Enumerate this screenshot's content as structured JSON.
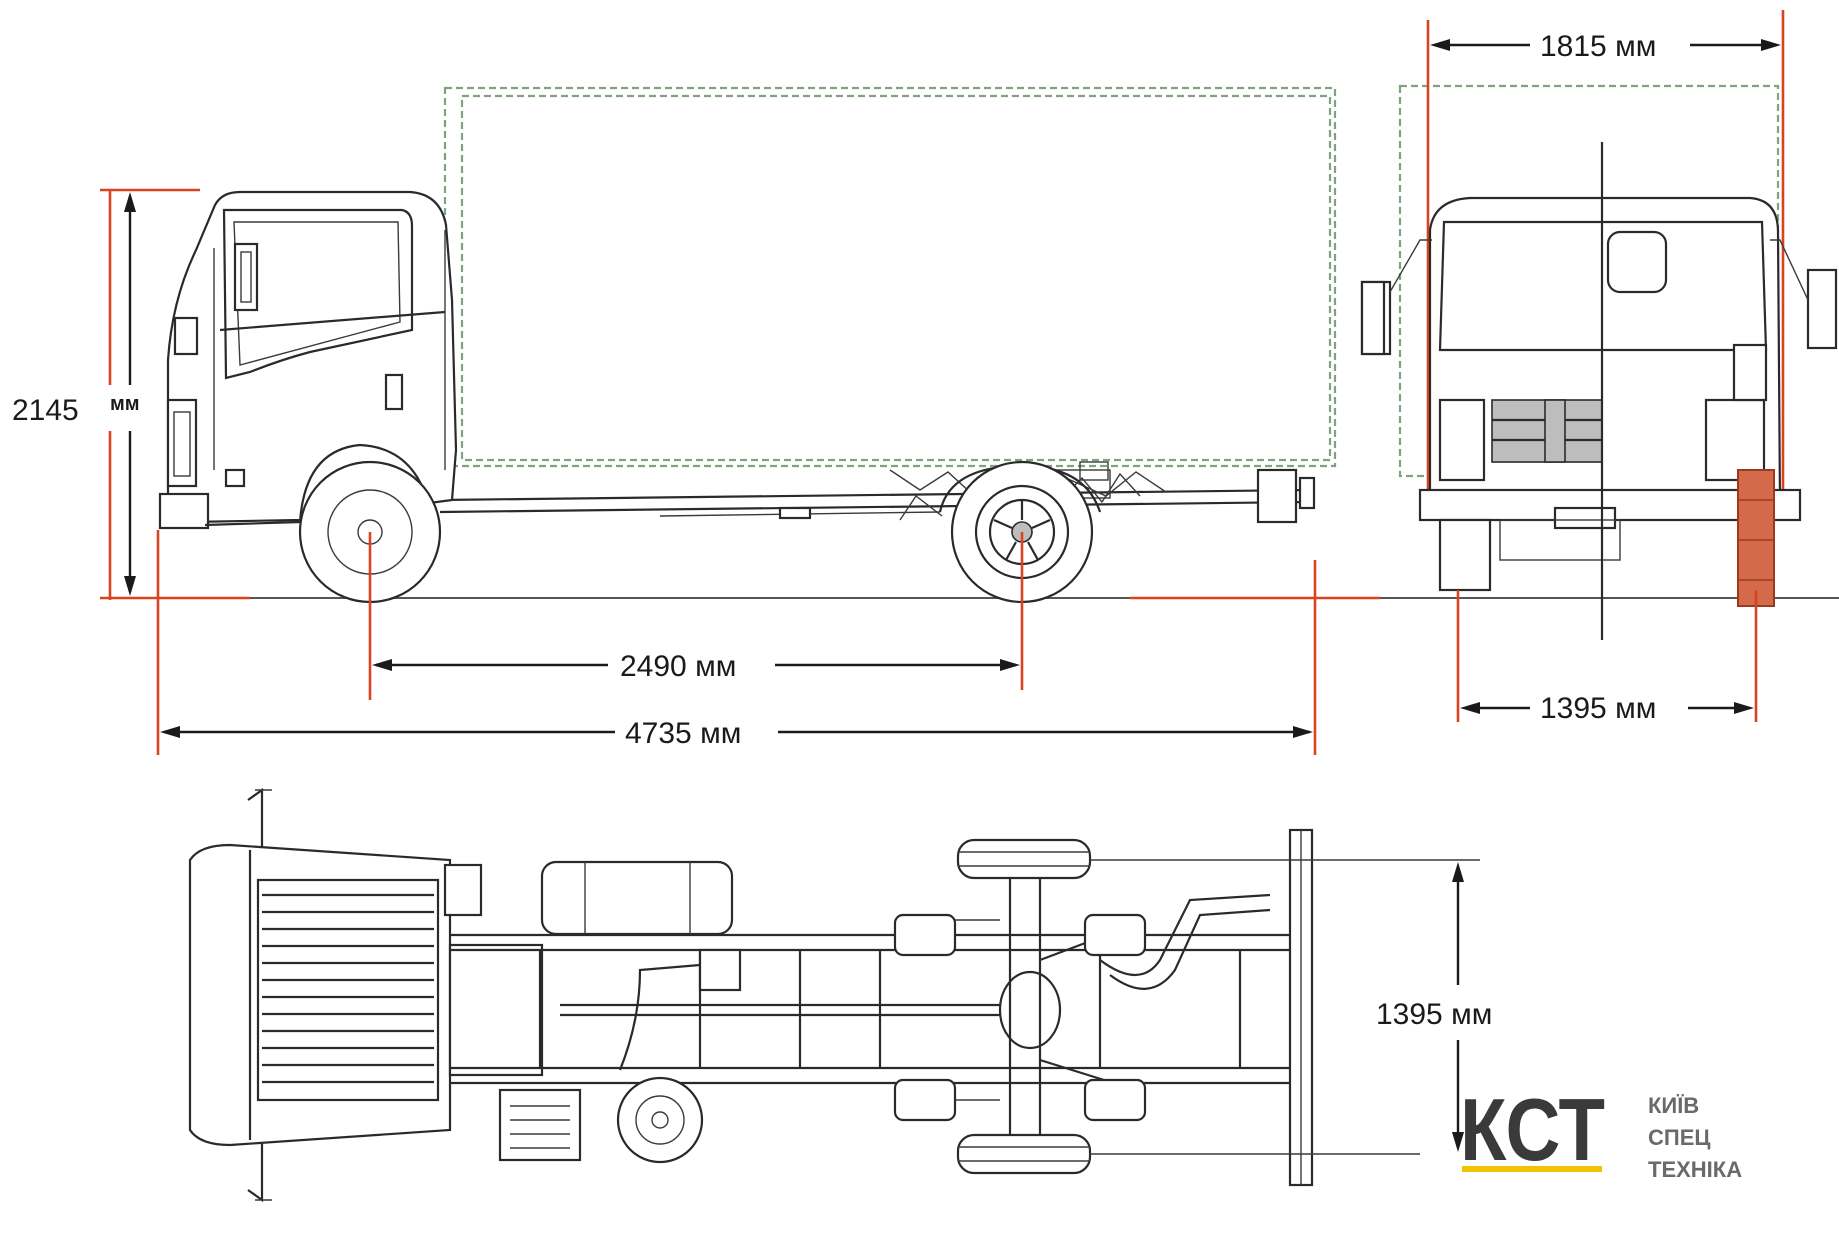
{
  "dimensions": {
    "height": {
      "value": "2145",
      "unit": "мм"
    },
    "wheelbase": "2490 мм",
    "overall_length": "4735 мм",
    "front_width": "1815 мм",
    "rear_track_front_view": "1395 мм",
    "rear_track_top_view": "1395 мм"
  },
  "logo": {
    "mark": "КСТ",
    "line1": "КИЇВ",
    "line2": "СПЕЦ",
    "line3": "ТЕХНІКА"
  },
  "colors": {
    "line": "#2a2a2a",
    "dimension_accent": "#d9431f",
    "cargo_box_outline": "#7fa37f",
    "logo_underline": "#f2c300"
  }
}
